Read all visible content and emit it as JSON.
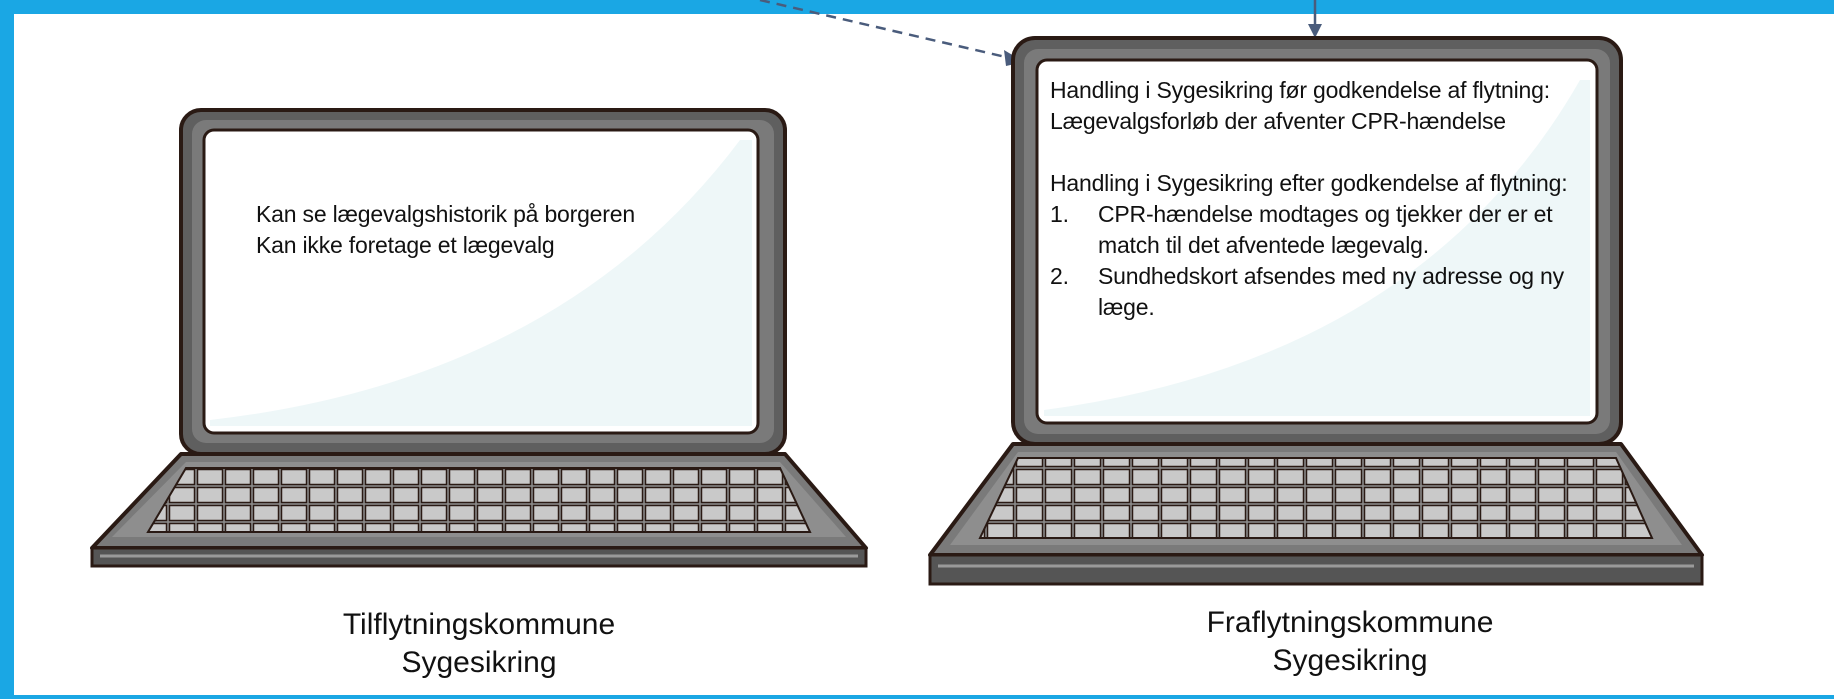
{
  "colors": {
    "frame": "#1aa7e4",
    "arrow": "#4a5c7c",
    "laptop_body": "#5f5f5f",
    "laptop_outline": "#2a1a14",
    "screen": "#ffffff"
  },
  "left_laptop": {
    "screen_lines": [
      "Kan se lægevalgshistorik på borgeren",
      "Kan ikke foretage et lægevalg"
    ],
    "caption_line1": "Tilflytningskommune",
    "caption_line2": "Sygesikring"
  },
  "right_laptop": {
    "section1_title": "Handling i Sygesikring før godkendelse af flytning:",
    "section1_text": "Lægevalgsforløb der afventer CPR-hændelse",
    "section2_title": "Handling i Sygesikring efter godkendelse af flytning:",
    "steps": [
      {
        "num": "1.",
        "text": "CPR-hændelse modtages og tjekker der er et match til det afventede lægevalg."
      },
      {
        "num": "2.",
        "text": "Sundhedskort afsendes med ny adresse og ny læge."
      }
    ],
    "caption_line1": "Fraflytningskommune",
    "caption_line2": "Sygesikring"
  },
  "icons": [
    "dashed-arrow",
    "solid-arrow",
    "laptop-icon"
  ]
}
